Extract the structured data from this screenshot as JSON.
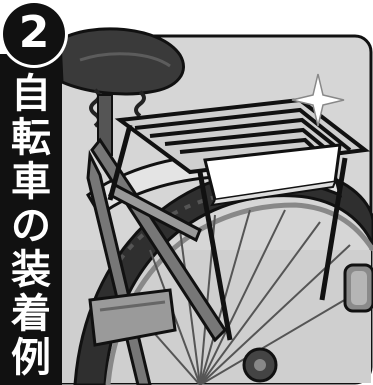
{
  "step_number": "2",
  "caption_chars": [
    "自",
    "転",
    "車",
    "の",
    "装",
    "着",
    "例"
  ],
  "colors": {
    "ink": "#111111",
    "paper": "#ffffff",
    "fender": "#e4e4e4",
    "tire": "#2f2f2f",
    "metal": "#6e6e6e"
  }
}
